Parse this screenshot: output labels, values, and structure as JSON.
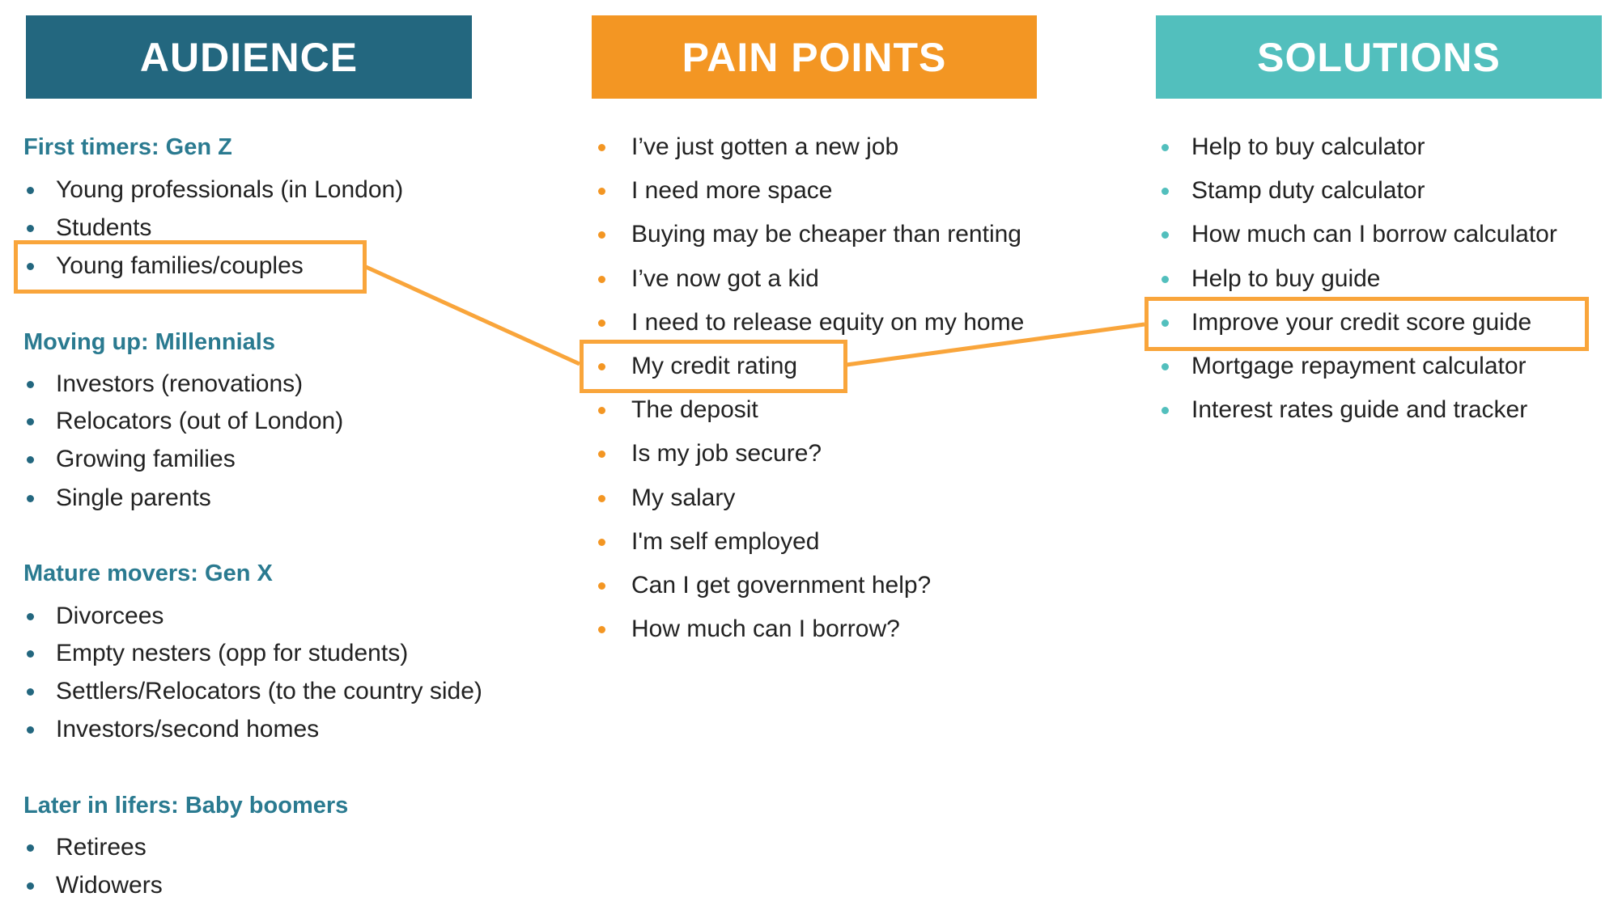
{
  "colors": {
    "audience": "#23677f",
    "pain_points": "#f39623",
    "solutions": "#52bfbd",
    "highlight": "#f9a53b",
    "group_heading": "#2a7a90"
  },
  "audience": {
    "title": "AUDIENCE",
    "groups": [
      {
        "heading": "First timers: Gen Z",
        "items": [
          "Young professionals (in London)",
          "Students",
          "Young families/couples"
        ]
      },
      {
        "heading": "Moving up: Millennials",
        "items": [
          "Investors (renovations)",
          "Relocators (out of London)",
          "Growing families",
          "Single parents"
        ]
      },
      {
        "heading": "Mature movers: Gen X",
        "items": [
          "Divorcees",
          "Empty nesters (opp for students)",
          "Settlers/Relocators (to the country side)",
          "Investors/second homes"
        ]
      },
      {
        "heading": "Later in lifers: Baby boomers",
        "items": [
          "Retirees",
          "Widowers"
        ]
      }
    ],
    "highlighted": "Young families/couples"
  },
  "pain_points": {
    "title": "PAIN POINTS",
    "items": [
      "I’ve just gotten a new job",
      "I need more space",
      "Buying may be cheaper than renting",
      "I’ve now got a kid",
      "I need to release equity on my home",
      "My credit rating",
      "The deposit",
      "Is my job secure?",
      "My salary",
      "I'm self employed",
      "Can I get government help?",
      "How much can I borrow?"
    ],
    "highlighted": "My credit rating"
  },
  "solutions": {
    "title": "SOLUTIONS",
    "items": [
      "Help to buy calculator",
      "Stamp duty calculator",
      "How much can I borrow calculator",
      "Help to buy guide",
      "Improve your credit score guide",
      "Mortgage repayment calculator",
      "Interest rates guide and tracker"
    ],
    "highlighted": "Improve your credit score guide"
  }
}
